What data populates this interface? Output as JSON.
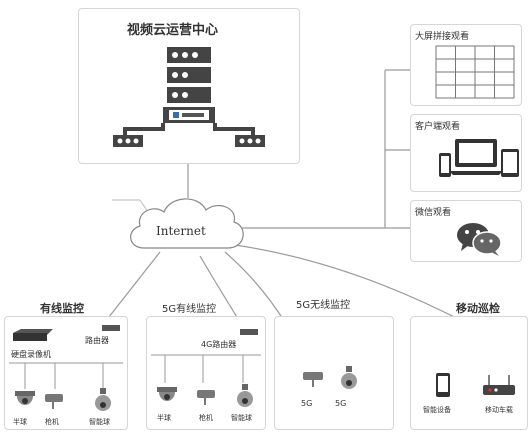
{
  "center": {
    "title": "视频云运营中心"
  },
  "internet": {
    "label": "Internet"
  },
  "right_panels": {
    "big_screen": "大屏拼接观看",
    "client": "客户端观看",
    "wechat": "微信观看"
  },
  "bottom": {
    "wired": {
      "title": "有线监控",
      "router": "路由器",
      "nvr": "硬盘录像机",
      "cams": [
        "半球",
        "枪机",
        "智能球"
      ]
    },
    "g5_wired": {
      "title": "5G有线监控",
      "router": "4G路由器",
      "cams": [
        "半球",
        "枪机",
        "智能球"
      ]
    },
    "g5_wireless": {
      "title": "5G无线监控",
      "cams": [
        "5G",
        "5G"
      ]
    },
    "mobile": {
      "title": "移动巡检",
      "devices": [
        "智能设备",
        "移动车载"
      ]
    }
  }
}
